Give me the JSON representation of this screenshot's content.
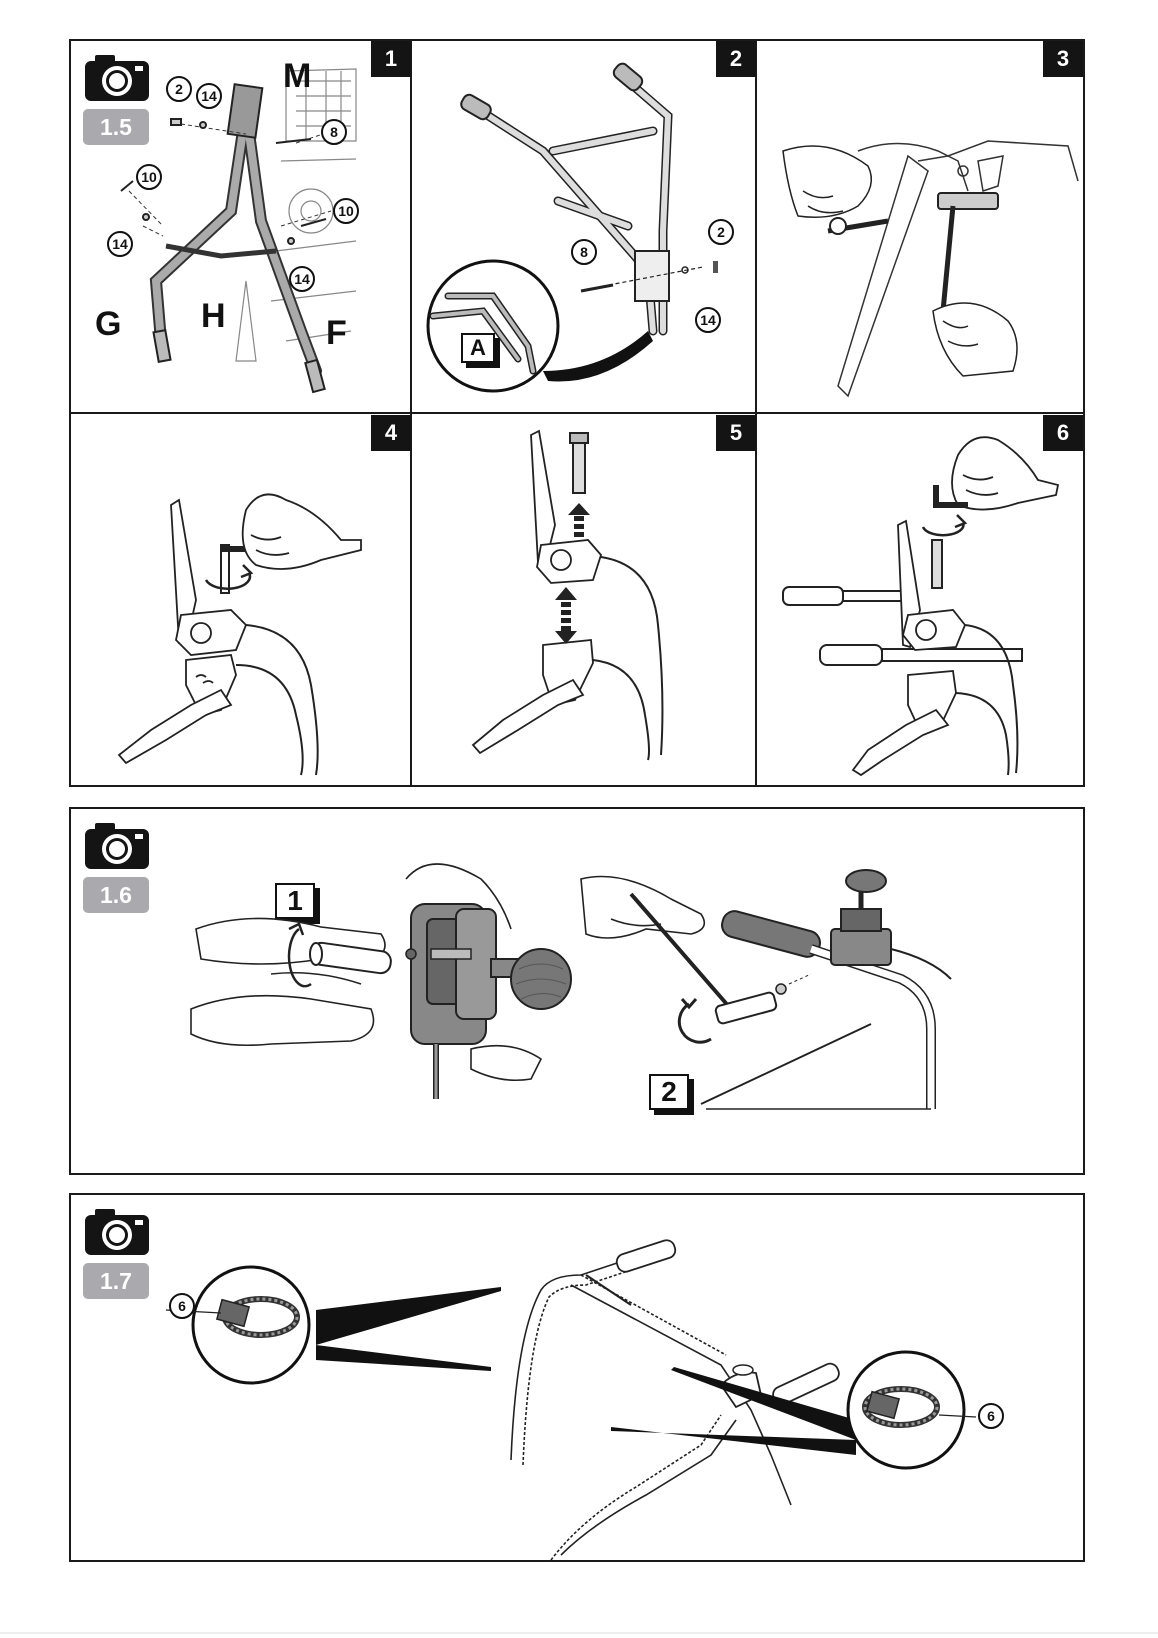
{
  "sections": {
    "s15": {
      "camera_label": "1.5",
      "steps": [
        "1",
        "2",
        "3",
        "4",
        "5",
        "6"
      ],
      "panel1": {
        "M": "M",
        "G": "G",
        "H": "H",
        "F": "F",
        "parts": [
          "2",
          "14",
          "8",
          "10",
          "14",
          "10",
          "14"
        ]
      },
      "panel2": {
        "parts": [
          "8",
          "2",
          "14"
        ],
        "inset": "A"
      }
    },
    "s16": {
      "camera_label": "1.6",
      "steps": [
        "1",
        "2"
      ]
    },
    "s17": {
      "camera_label": "1.7",
      "parts": [
        "6",
        "6"
      ]
    }
  },
  "icons": {
    "camera": "camera-icon",
    "rotate": "rotate-arrow-icon",
    "updown": "up-down-arrow-icon"
  },
  "colors": {
    "badge": "#141414",
    "camera_label_bg": "#a9a9ae",
    "frame": "#1a1a1a"
  }
}
